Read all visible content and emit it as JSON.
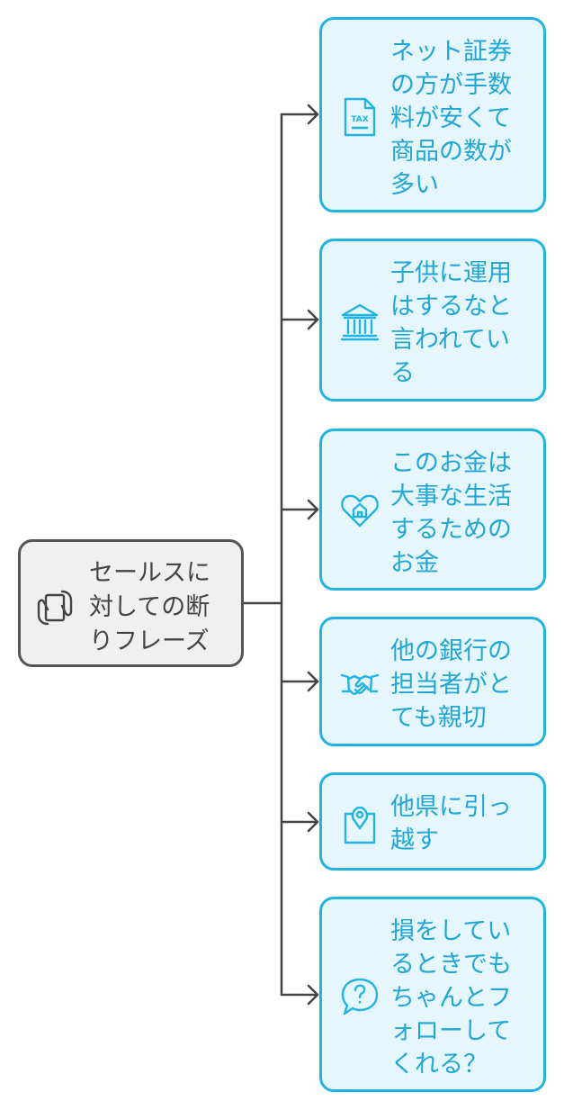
{
  "colors": {
    "root_border": "#555555",
    "root_fill": "#f0f0f0",
    "root_text": "#444444",
    "leaf_border": "#22b3e3",
    "leaf_fill": "#e5f7fd",
    "leaf_text": "#22a6d6",
    "connector": "#444444"
  },
  "root": {
    "text": "セールスに\n対しての断\nりフレーズ",
    "icon": "hand-document-icon"
  },
  "items": [
    {
      "text": "ネット証券\nの方が手数\n料が安くて\n商品の数が\n多い",
      "icon": "tax-document-icon"
    },
    {
      "text": "子供に運用\nはするなと\n言われてい\nる",
      "icon": "bank-icon"
    },
    {
      "text": "このお金は\n大事な生活\nするための\nお金",
      "icon": "heart-house-icon"
    },
    {
      "text": "他の銀行の\n担当者がと\nても親切",
      "icon": "handshake-icon"
    },
    {
      "text": "他県に引っ\n越す",
      "icon": "map-pin-icon"
    },
    {
      "text": "損をしてい\nるときでも\nちゃんとフ\nォローして\nくれる？",
      "icon": "question-bubble-icon"
    }
  ]
}
